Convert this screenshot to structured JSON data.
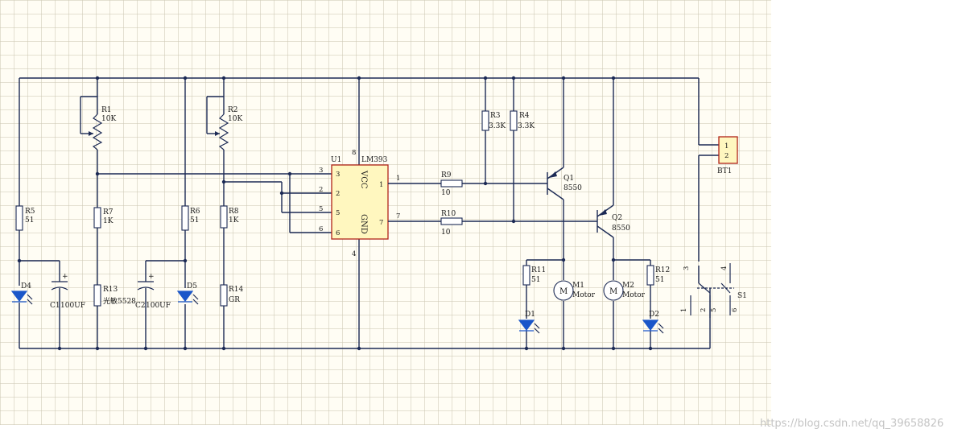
{
  "diagram": {
    "watermark": "https://blog.csdn.net/qq_39658826",
    "ic": {
      "ref": "U1",
      "part": "LM393",
      "vcc": "VCC",
      "gnd": "GND",
      "pin_vcc": "8",
      "pin_gnd": "4",
      "pins_left": [
        "3",
        "2",
        "5",
        "6"
      ],
      "pins_right": [
        "1",
        "7"
      ]
    },
    "components": {
      "R1": {
        "ref": "R1",
        "value": "10K"
      },
      "R2": {
        "ref": "R2",
        "value": "10K"
      },
      "R3": {
        "ref": "R3",
        "value": "3.3K"
      },
      "R4": {
        "ref": "R4",
        "value": "3.3K"
      },
      "R5": {
        "ref": "R5",
        "value": "51"
      },
      "R6": {
        "ref": "R6",
        "value": "51"
      },
      "R7": {
        "ref": "R7",
        "value": "1K"
      },
      "R8": {
        "ref": "R8",
        "value": "1K"
      },
      "R9": {
        "ref": "R9",
        "value": "10"
      },
      "R10": {
        "ref": "R10",
        "value": "10"
      },
      "R11": {
        "ref": "R11",
        "value": "51"
      },
      "R12": {
        "ref": "R12",
        "value": "51"
      },
      "R13": {
        "ref": "R13",
        "value": "光敏5528"
      },
      "R14": {
        "ref": "R14",
        "value": "GR"
      },
      "C1": {
        "ref": "C1",
        "value": "100UF"
      },
      "C2": {
        "ref": "C2",
        "value": "100UF"
      },
      "D1": {
        "ref": "D1"
      },
      "D2": {
        "ref": "D2"
      },
      "D4": {
        "ref": "D4"
      },
      "D5": {
        "ref": "D5"
      },
      "Q1": {
        "ref": "Q1",
        "value": "8550"
      },
      "Q2": {
        "ref": "Q2",
        "value": "8550"
      },
      "M1": {
        "ref": "M1",
        "symbol": "M",
        "value": "Motor"
      },
      "M2": {
        "ref": "M2",
        "symbol": "M",
        "value": "Motor"
      },
      "BT1": {
        "ref": "BT1",
        "pins": [
          "1",
          "2"
        ]
      },
      "S1": {
        "ref": "S1",
        "pins": [
          "1",
          "2",
          "3",
          "4",
          "5",
          "6"
        ]
      }
    },
    "pin_labels": {
      "ic1_out": "1",
      "ic7_out": "7",
      "cap_plus": "+"
    }
  }
}
